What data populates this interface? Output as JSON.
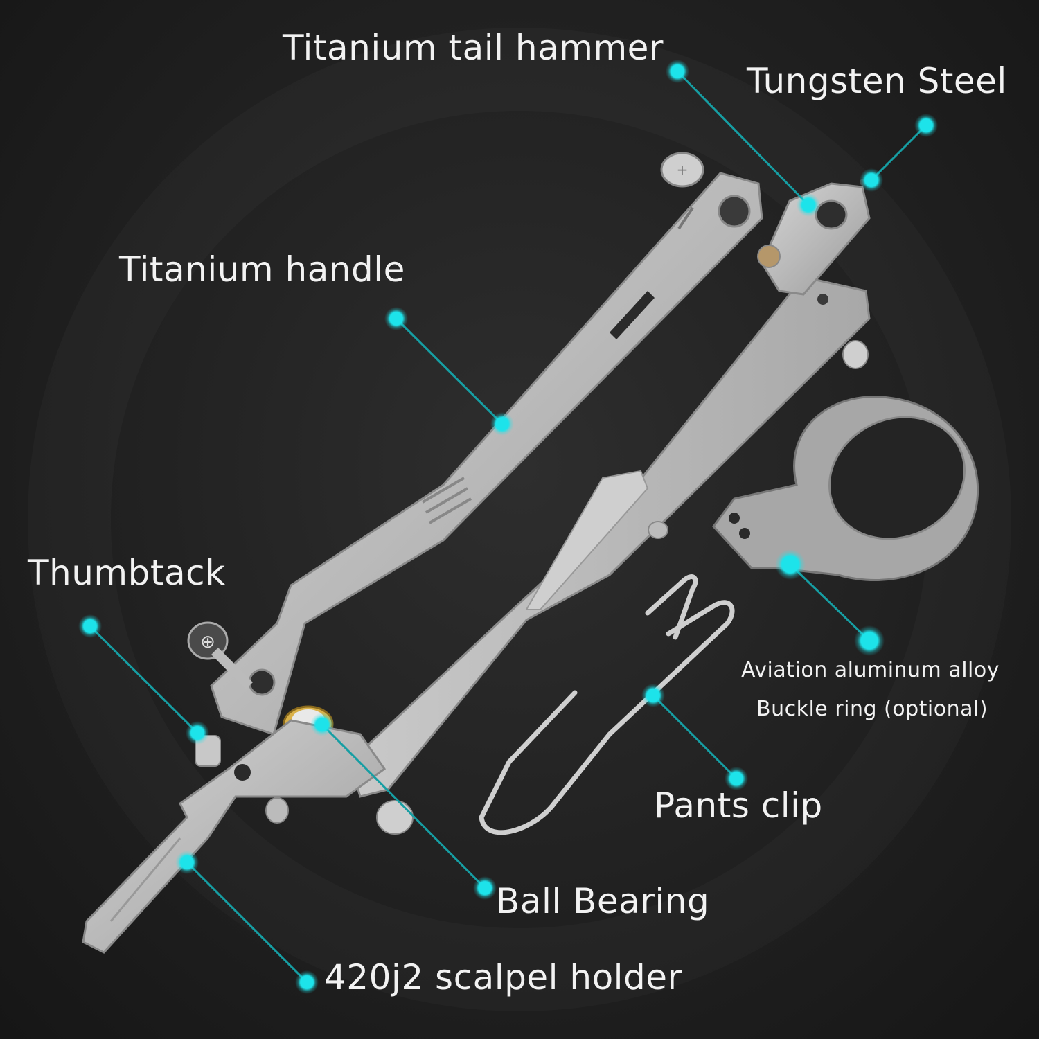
{
  "title": "Scalpel knife exploded parts diagram",
  "accent_color": "#1de3ea",
  "line_color": "#169ea3",
  "labels": {
    "tail_hammer": "Titanium tail hammer",
    "tungsten": "Tungsten Steel",
    "handle": "Titanium handle",
    "thumbtack": "Thumbtack",
    "aviation_line1": "Aviation aluminum alloy",
    "aviation_line2": "Buckle ring (optional)",
    "pants_clip": "Pants clip",
    "ball_bearing": "Ball Bearing",
    "scalpel_holder": "420j2 scalpel holder"
  }
}
